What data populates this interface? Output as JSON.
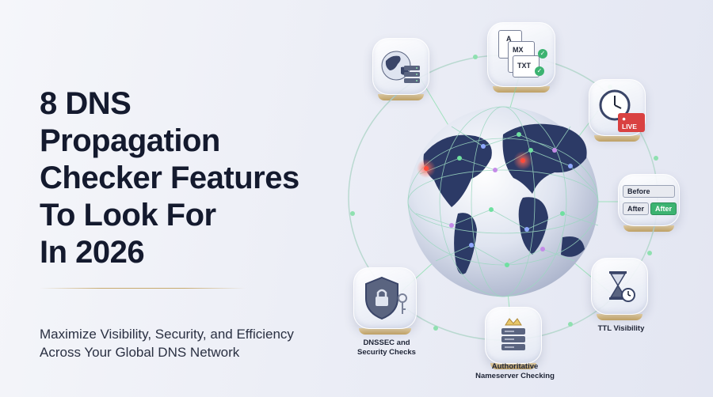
{
  "headline": {
    "lines": [
      "8 DNS",
      "Propagation",
      "Checker Features",
      "To Look For",
      "In 2026"
    ]
  },
  "subtitle": {
    "lines": [
      "Maximize Visibility, Security, and Efficiency",
      "Across Your Global DNS Network"
    ]
  },
  "features": {
    "records": {
      "a": "A",
      "mx": "MX",
      "txt": "TXT"
    },
    "live_badge": "LIVE",
    "compare": {
      "before": "Before",
      "after": "After",
      "after_badge": "After"
    },
    "ttl_caption": "TTL Visibility",
    "dnssec_caption": [
      "DNSSEC and",
      "Security Checks"
    ],
    "nameserver_caption": [
      "Authoritative",
      "Nameserver Checking"
    ]
  },
  "colors": {
    "headline": "#141a2e",
    "accent_gold": "#c8aa6e",
    "globe_dark": "#2c3a66",
    "network_green": "#7fe3a8",
    "live_red": "#d94141",
    "after_green": "#3cb371"
  }
}
